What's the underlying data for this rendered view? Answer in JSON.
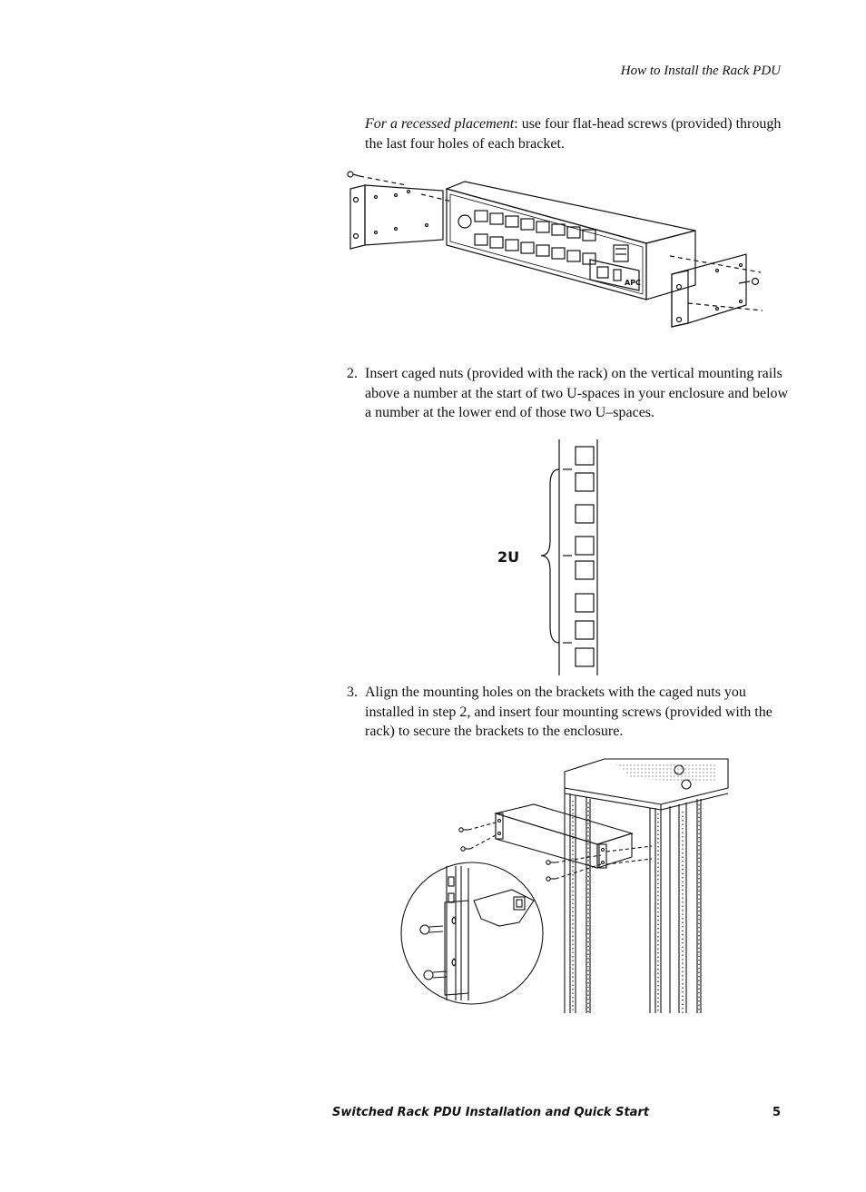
{
  "header": {
    "running_title": "How to Install the Rack PDU"
  },
  "recessed": {
    "lead": "For a recessed placement",
    "rest": ": use four flat-head screws (provided) through the last four holes of each bracket."
  },
  "steps": [
    {
      "number": "2.",
      "text": "Insert caged nuts (provided with the rack) on the vertical mounting rails above a number at the start of two U-spaces in your enclosure and below a number at the lower end of those two U–spaces."
    },
    {
      "number": "3.",
      "text": "Align the mounting holes on the brackets with the caged nuts you installed in step 2, and insert four mounting screws (provided with the rack) to secure the brackets to the enclosure."
    }
  ],
  "figure_rail": {
    "label": "2U"
  },
  "figure_pdu": {
    "brand": "APC"
  },
  "footer": {
    "title": "Switched Rack PDU Installation and Quick Start",
    "page": "5"
  }
}
